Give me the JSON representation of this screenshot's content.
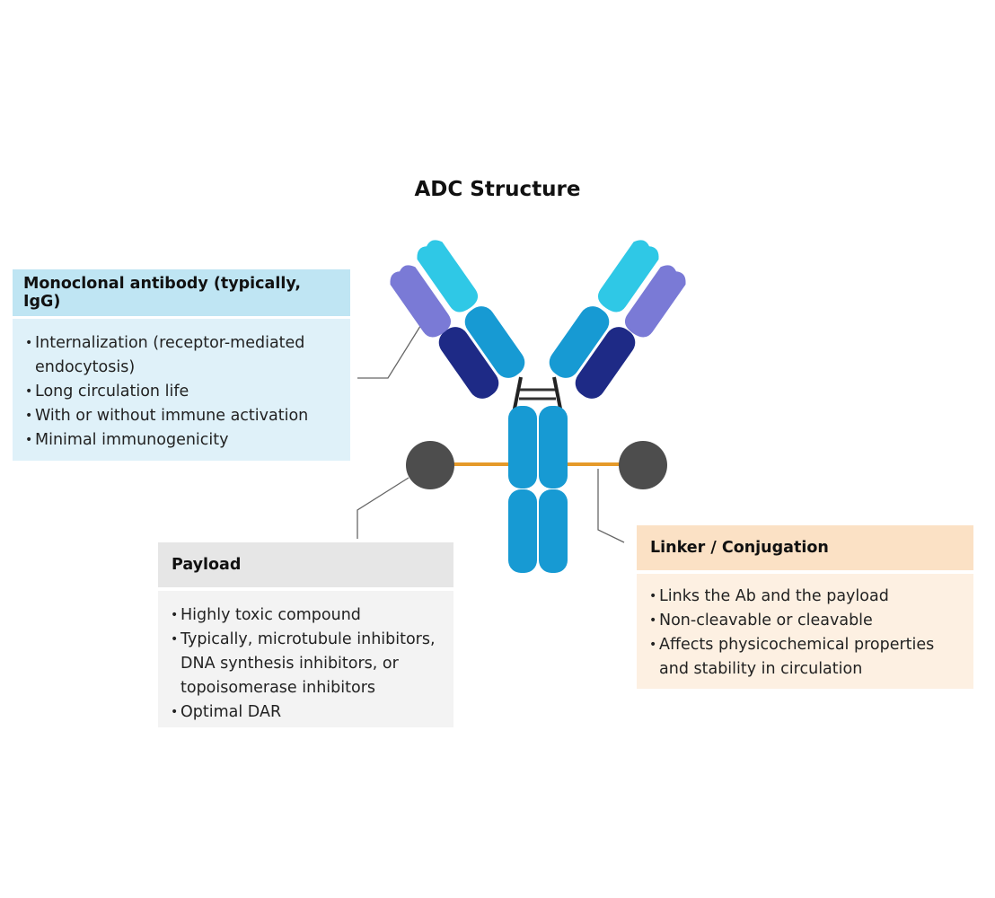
{
  "title": "ADC Structure",
  "mab": {
    "header": "Monoclonal antibody (typically, IgG)",
    "items": [
      "Internalization (receptor-mediated endocytosis)",
      "Long circulation life",
      "With or without immune activation",
      "Minimal immunogenicity"
    ]
  },
  "payload": {
    "header": "Payload",
    "items": [
      "Highly toxic compound",
      "Typically, microtubule inhibitors, DNA synthesis inhibitors, or topoisomerase inhibitors",
      "Optimal DAR"
    ]
  },
  "linker": {
    "header": "Linker / Conjugation",
    "items": [
      "Links the Ab and the payload",
      "Non-cleavable or cleavable",
      "Affects physicochemical properties and stability in circulation"
    ]
  },
  "colors": {
    "light_cyan": "#2fc8e6",
    "mid_blue": "#179ad3",
    "dark_navy": "#1e2a86",
    "lavender": "#7a7ad6",
    "payload_gray": "#4d4d4d",
    "linker_orange": "#e59a2a"
  }
}
